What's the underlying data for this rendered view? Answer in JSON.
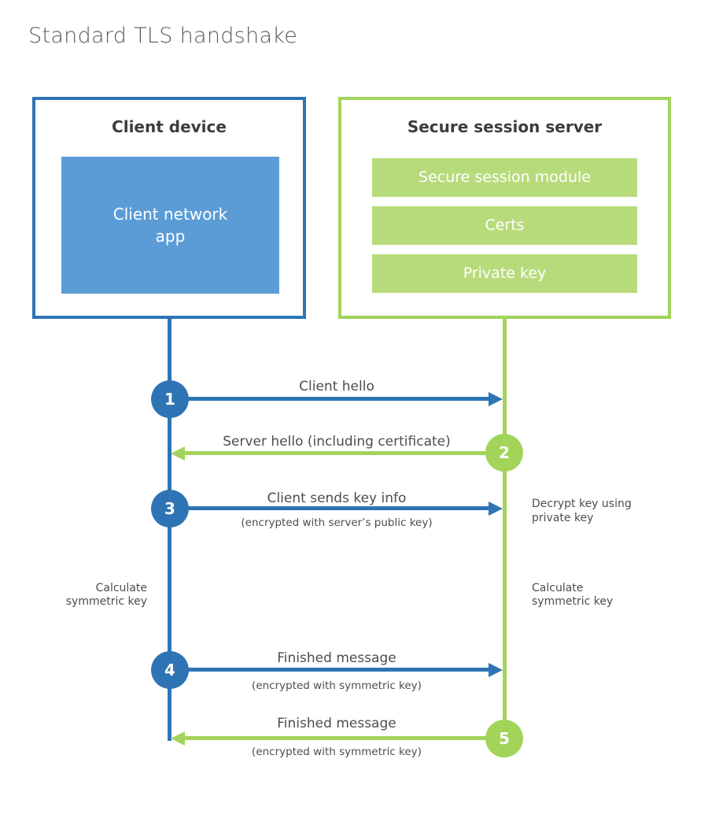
{
  "title": "Standard TLS handshake",
  "colors": {
    "blue": "#2e74b5",
    "blue_light": "#5b9cd6",
    "green": "#a2d45a",
    "green_light": "#b7db7b",
    "title_gray": "#5a5a5a",
    "label_gray": "#4d4d4d"
  },
  "client_box": {
    "title": "Client device",
    "module": "Client network\napp"
  },
  "server_box": {
    "title": "Secure session server",
    "modules": [
      "Secure session module",
      "Certs",
      "Private key"
    ]
  },
  "steps": [
    {
      "number": "1",
      "label": "Client hello",
      "sublabel": "",
      "from": "client",
      "to": "server"
    },
    {
      "number": "2",
      "label": "Server hello (including certificate)",
      "sublabel": "",
      "from": "server",
      "to": "client"
    },
    {
      "number": "3",
      "label": "Client sends key info",
      "sublabel": "(encrypted with server’s public key)",
      "from": "client",
      "to": "server"
    },
    {
      "number": "4",
      "label": "Finished message",
      "sublabel": "(encrypted with symmetric key)",
      "from": "client",
      "to": "server"
    },
    {
      "number": "5",
      "label": "Finished message",
      "sublabel": "(encrypted with symmetric key)",
      "from": "server",
      "to": "client"
    }
  ],
  "annotations": {
    "decrypt": "Decrypt key using\nprivate key",
    "calc_client": "Calculate\nsymmetric key",
    "calc_server": "Calculate\nsymmetric key"
  }
}
